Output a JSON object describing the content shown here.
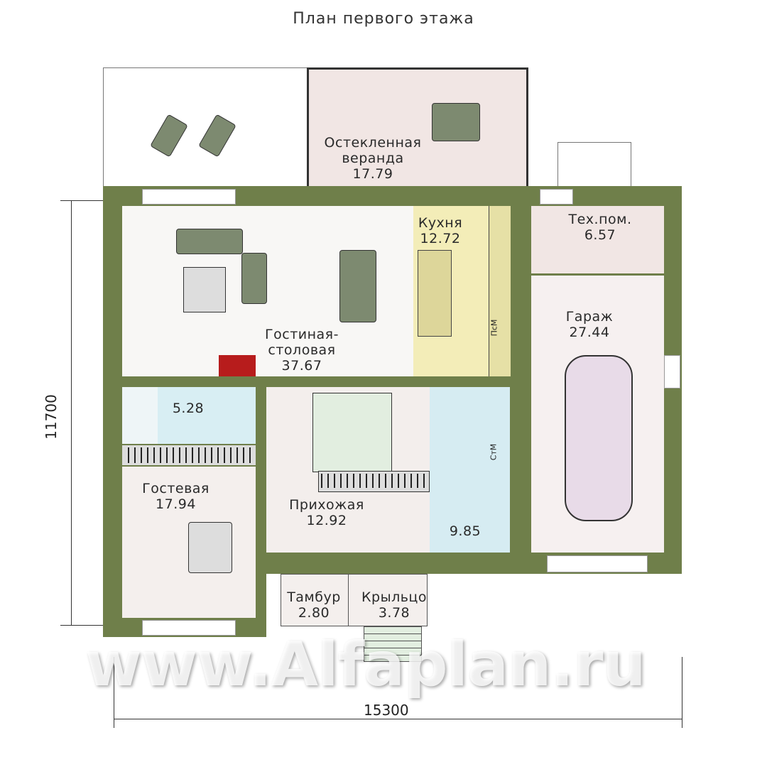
{
  "title": "План первого этажа",
  "rooms": {
    "veranda": {
      "name": "Остекленная веранда",
      "name1": "Остекленная",
      "name2": "веранда",
      "area": "17.79"
    },
    "kitchen": {
      "name": "Кухня",
      "area": "12.72"
    },
    "tech": {
      "name": "Тех.пом.",
      "area": "6.57"
    },
    "living": {
      "name1": "Гостиная-",
      "name2": "столовая",
      "area": "37.67"
    },
    "garage": {
      "name": "Гараж",
      "area": "27.44"
    },
    "bathroom": {
      "area": "5.28"
    },
    "guest": {
      "name": "Гостевая",
      "area": "17.94"
    },
    "hall": {
      "name": "Прихожая",
      "area": "12.92"
    },
    "vestibule2": {
      "area": "9.85"
    },
    "tambur": {
      "name": "Тамбур",
      "area": "2.80"
    },
    "porch": {
      "name": "Крыльцо",
      "area": "3.78"
    }
  },
  "appliances": {
    "dishwasher": "ПсМ",
    "washer": "СтМ"
  },
  "dimensions": {
    "width": "15300",
    "height": "11700"
  },
  "watermark": "www.Alfaplan.ru",
  "colors": {
    "wall": "#6f7f4a",
    "kitchen": "#f3edb8",
    "bath": "#d8eef3",
    "pink": "#f1e6e4"
  }
}
